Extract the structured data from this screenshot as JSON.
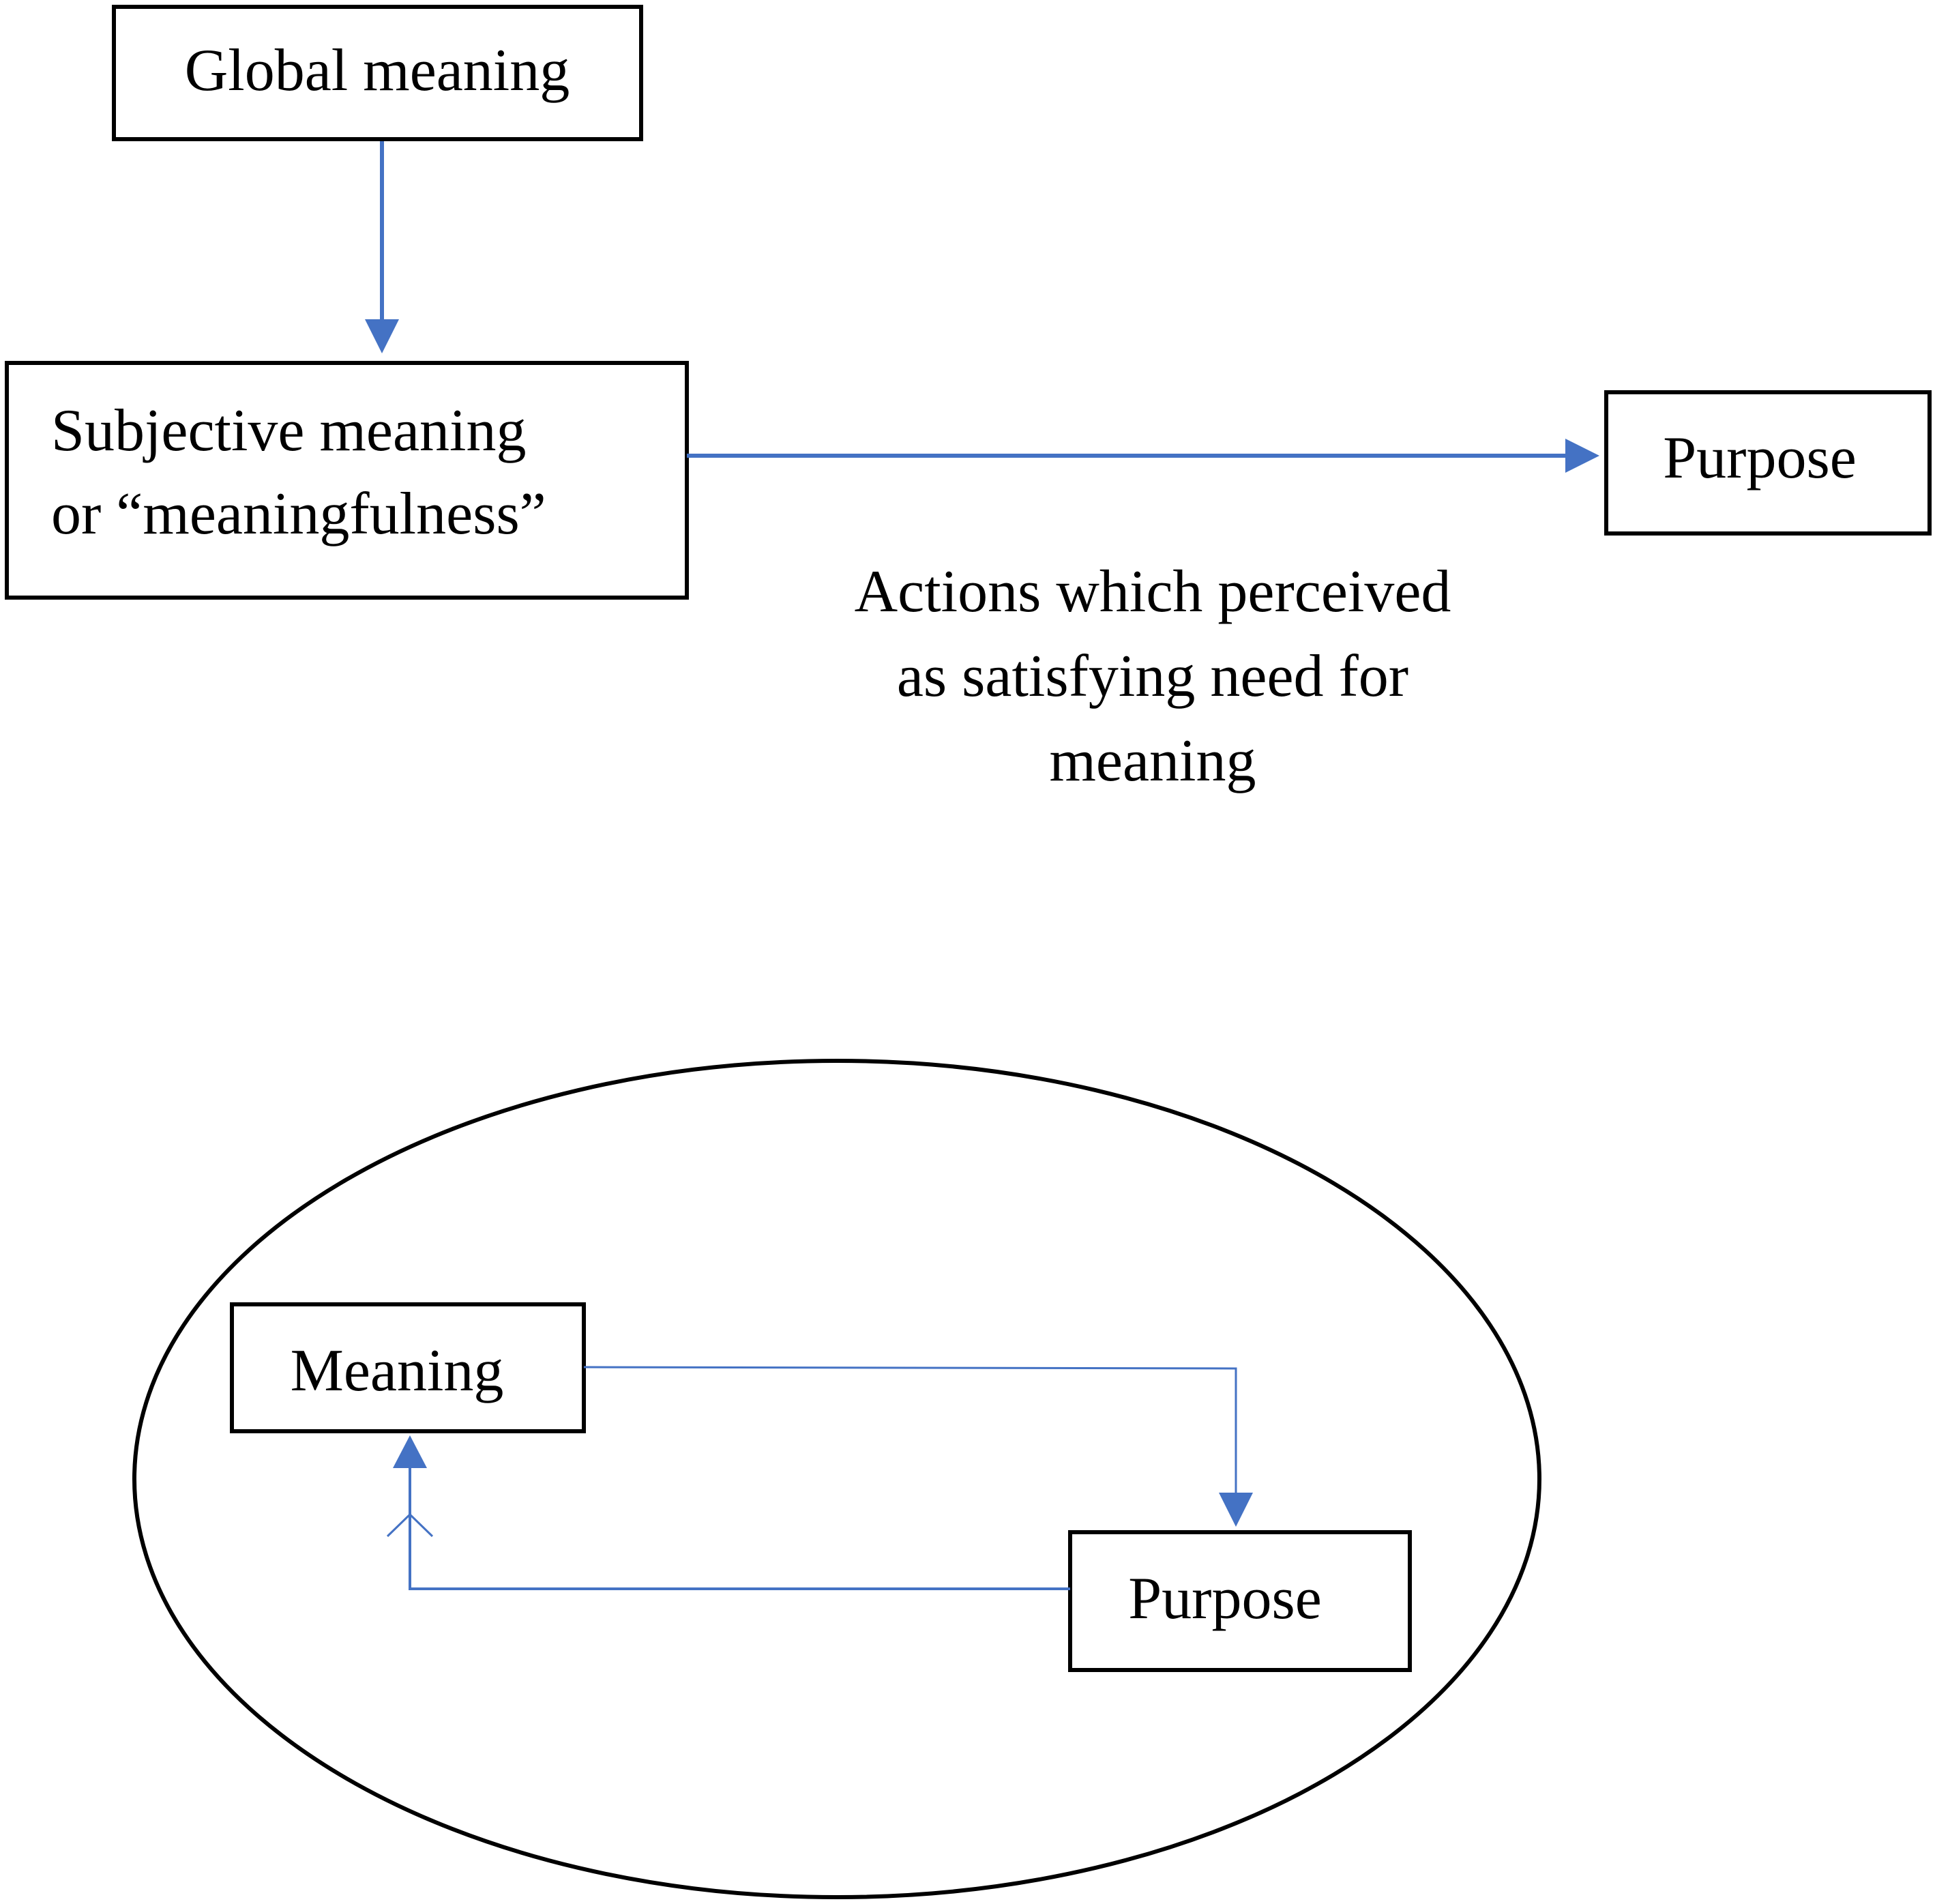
{
  "top": {
    "global_meaning": "Global meaning",
    "subjective_line1": "Subjective meaning",
    "subjective_line2": "or “meaningfulness”",
    "purpose": "Purpose",
    "actions_line1": "Actions which perceived",
    "actions_line2": "as satisfying need for",
    "actions_line3": "meaning"
  },
  "bottom": {
    "meaning": "Meaning",
    "purpose": "Purpose"
  },
  "colors": {
    "arrow": "#4472C4",
    "box_border": "#000000"
  }
}
